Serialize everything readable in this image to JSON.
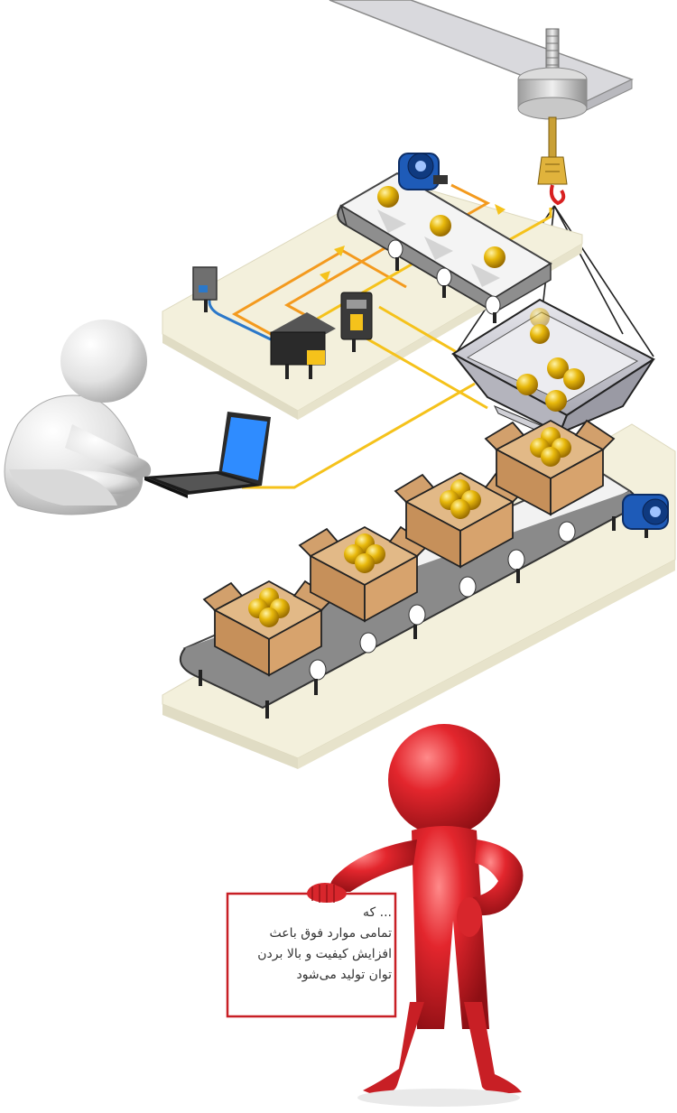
{
  "sign": {
    "lines": [
      "... که",
      "تمامی موارد  فوق  باعث",
      "افزایش کیفیت و بالا بردن",
      "توان تولید می‌شود"
    ]
  },
  "icons": {
    "crane": "crane-hook-icon",
    "motor": "motor-icon",
    "sensor": "sensor-icon",
    "controller": "controller-icon",
    "laptop": "laptop-icon"
  },
  "colors": {
    "platform": "#f3f0dc",
    "belt": "#8a8a8a",
    "wire_yellow": "#f5c21b",
    "wire_orange": "#f39a1e",
    "wire_blue": "#2b78c9",
    "ball": "#e8b90c",
    "box": "#d2a06c",
    "hopper": "#cfcfd6",
    "motor": "#1e5bb8",
    "figure_red": "#d8262c",
    "figure_white": "#e6e6e6"
  }
}
